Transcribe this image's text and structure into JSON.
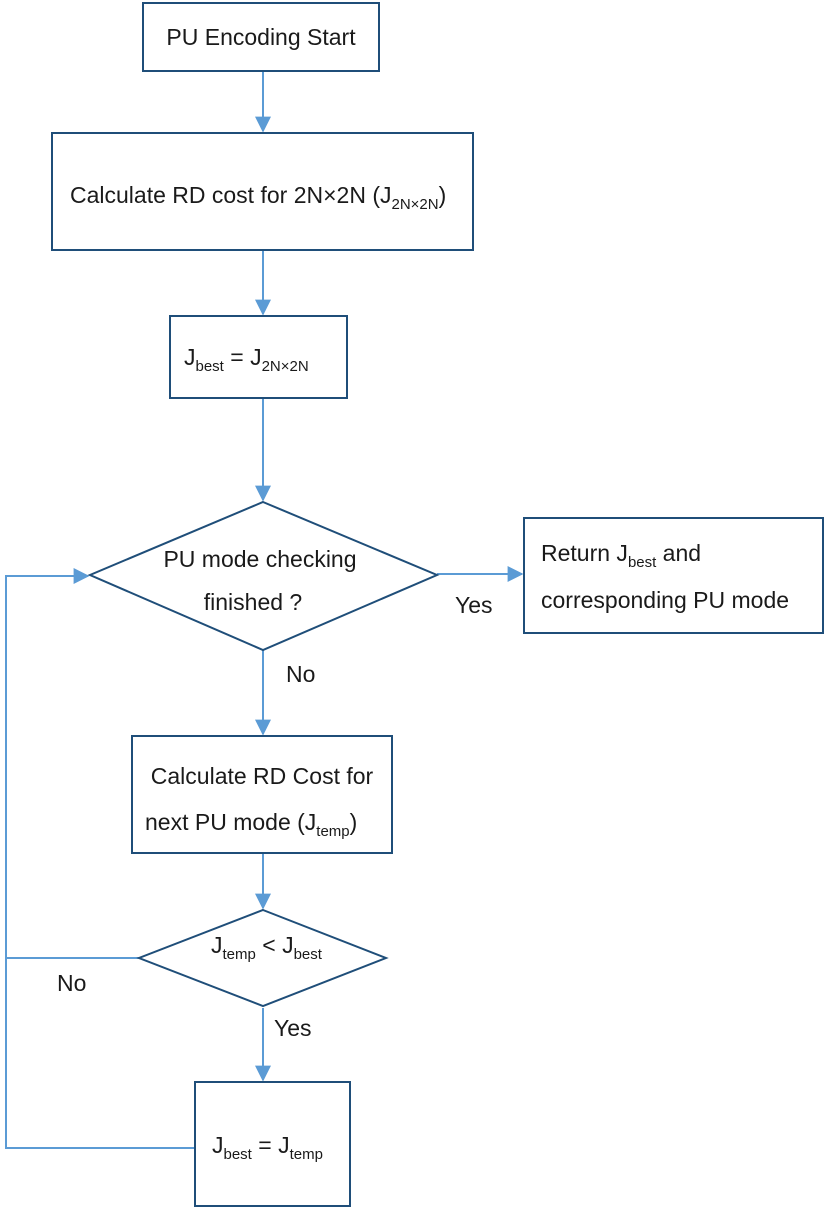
{
  "flowchart": {
    "start": {
      "text": "PU Encoding Start"
    },
    "calc_2n": {
      "text": "Calculate RD cost for 2N×2N (J",
      "sub": "2N×2N",
      "close": ")"
    },
    "init_best": {
      "j": "J",
      "sub_best": "best",
      "eq": " = J",
      "sub_2n": "2N×2N"
    },
    "check": {
      "line1": "PU mode  checking",
      "line2": "finished ?"
    },
    "return_box": {
      "line1_pre": "Return J",
      "line1_sub": "best",
      "line1_post": " and",
      "line2": "corresponding  PU mode"
    },
    "calc_next": {
      "line1": "Calculate RD Cost for",
      "line2_pre": "next PU mode  (J",
      "line2_sub": "temp",
      "line2_post": ")"
    },
    "compare": {
      "j1": "J",
      "sub1": "temp",
      "op": " < J",
      "sub2": "best"
    },
    "update_best": {
      "j1": "J",
      "sub1": "best",
      "op": " = J",
      "sub2": "temp"
    },
    "labels": {
      "check_yes": "Yes",
      "check_no": "No",
      "compare_no": "No",
      "compare_yes": "Yes"
    }
  }
}
